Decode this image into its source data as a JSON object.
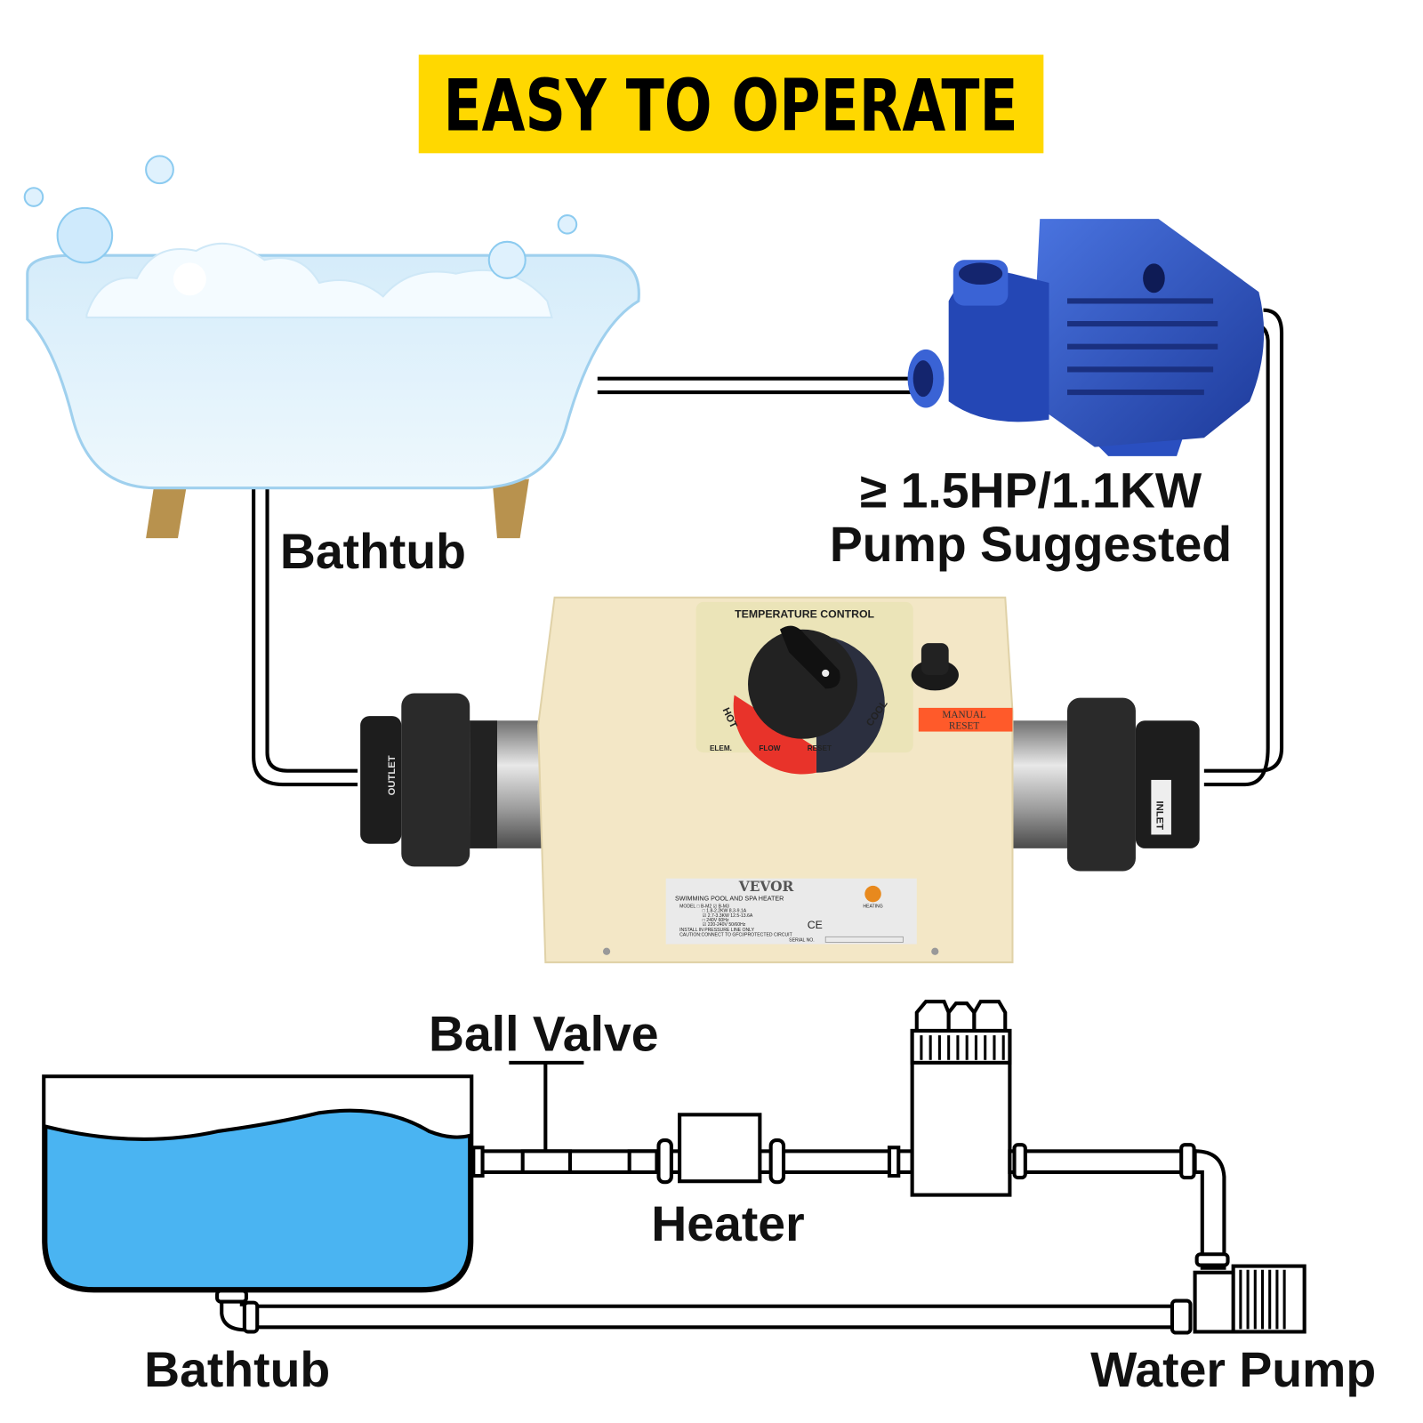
{
  "title": "EASY TO OPERATE",
  "colors": {
    "title_bg": "#ffd800",
    "water": "#4ab4f2",
    "pump": "#2a4fc0",
    "heater_body": "#f3e7c6",
    "dial_red": "#e8332a",
    "reset_label": "#ff5a2a"
  },
  "top": {
    "bathtub_label": "Bathtub",
    "pump_spec_line1": "≥ 1.5HP/1.1KW",
    "pump_spec_line2": "Pump Suggested"
  },
  "heater": {
    "panel_title": "TEMPERATURE CONTROL",
    "hot": "HOT",
    "cool": "COOL",
    "manual_reset": [
      "MANUAL",
      "RESET"
    ],
    "indicators": [
      "ELEM.",
      "FLOW",
      "RESET"
    ],
    "outlet": "OUTLET",
    "inlet": "INLET",
    "plate": {
      "brand": "VEVOR",
      "product": "SWIMMING POOL AND SPA HEATER",
      "heating": "HEATING",
      "lines": [
        "MODEL □ B-M2  ☑ B-M3",
        "□ 1.8-2.2KW  8.3-9.1A",
        "☑ 2.7-3.3KW  12.5-13.6A",
        "□ 240V 60Hz",
        "☑ 220-240V 50/60Hz",
        "INSTALL IN PRESSURE LINE ONLY",
        "CAUTION:CONNECT TO GFCI/PROTECTED CIRCUIT"
      ],
      "ce": "CE",
      "serial": "SERIAL NO."
    }
  },
  "schematic": {
    "ball_valve": "Ball Valve",
    "heater": "Heater",
    "bathtub": "Bathtub",
    "water_pump": "Water Pump"
  }
}
